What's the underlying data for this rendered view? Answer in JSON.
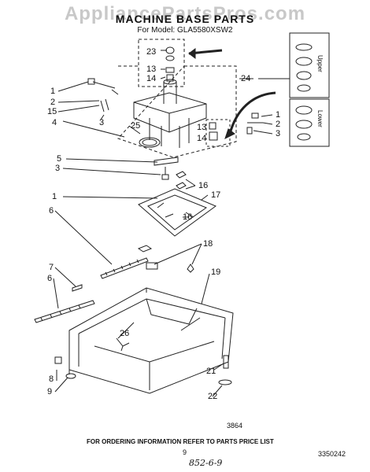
{
  "header": {
    "watermark": "AppliancePartsPros.com",
    "title": "MACHINE BASE PARTS",
    "model": "For Model: GLA5580XSW2"
  },
  "callouts": {
    "c23": "23",
    "c13a": "13",
    "c14a": "14",
    "c1a": "1",
    "c2a": "2",
    "c15": "15",
    "c3a": "3",
    "c4": "4",
    "c24": "24",
    "c25": "25",
    "c13b": "13",
    "c14b": "14",
    "c1b": "1",
    "c2b": "2",
    "c3b": "3",
    "c5": "5",
    "c3c": "3",
    "c16a": "16",
    "c17": "17",
    "c16b": "16",
    "c1c": "1",
    "c6a": "6",
    "c18": "18",
    "c7": "7",
    "c6b": "6",
    "c19": "19",
    "c26": "26",
    "c21": "21",
    "c8": "8",
    "c9": "9",
    "c22": "22"
  },
  "side_labels": {
    "upper": "Upper",
    "lower": "Lower"
  },
  "footer": {
    "illus_code": "3864",
    "note": "FOR ORDERING INFORMATION REFER TO PARTS PRICE LIST",
    "page": "9",
    "part_no": "3350242",
    "handwritten": "852-6-9"
  }
}
